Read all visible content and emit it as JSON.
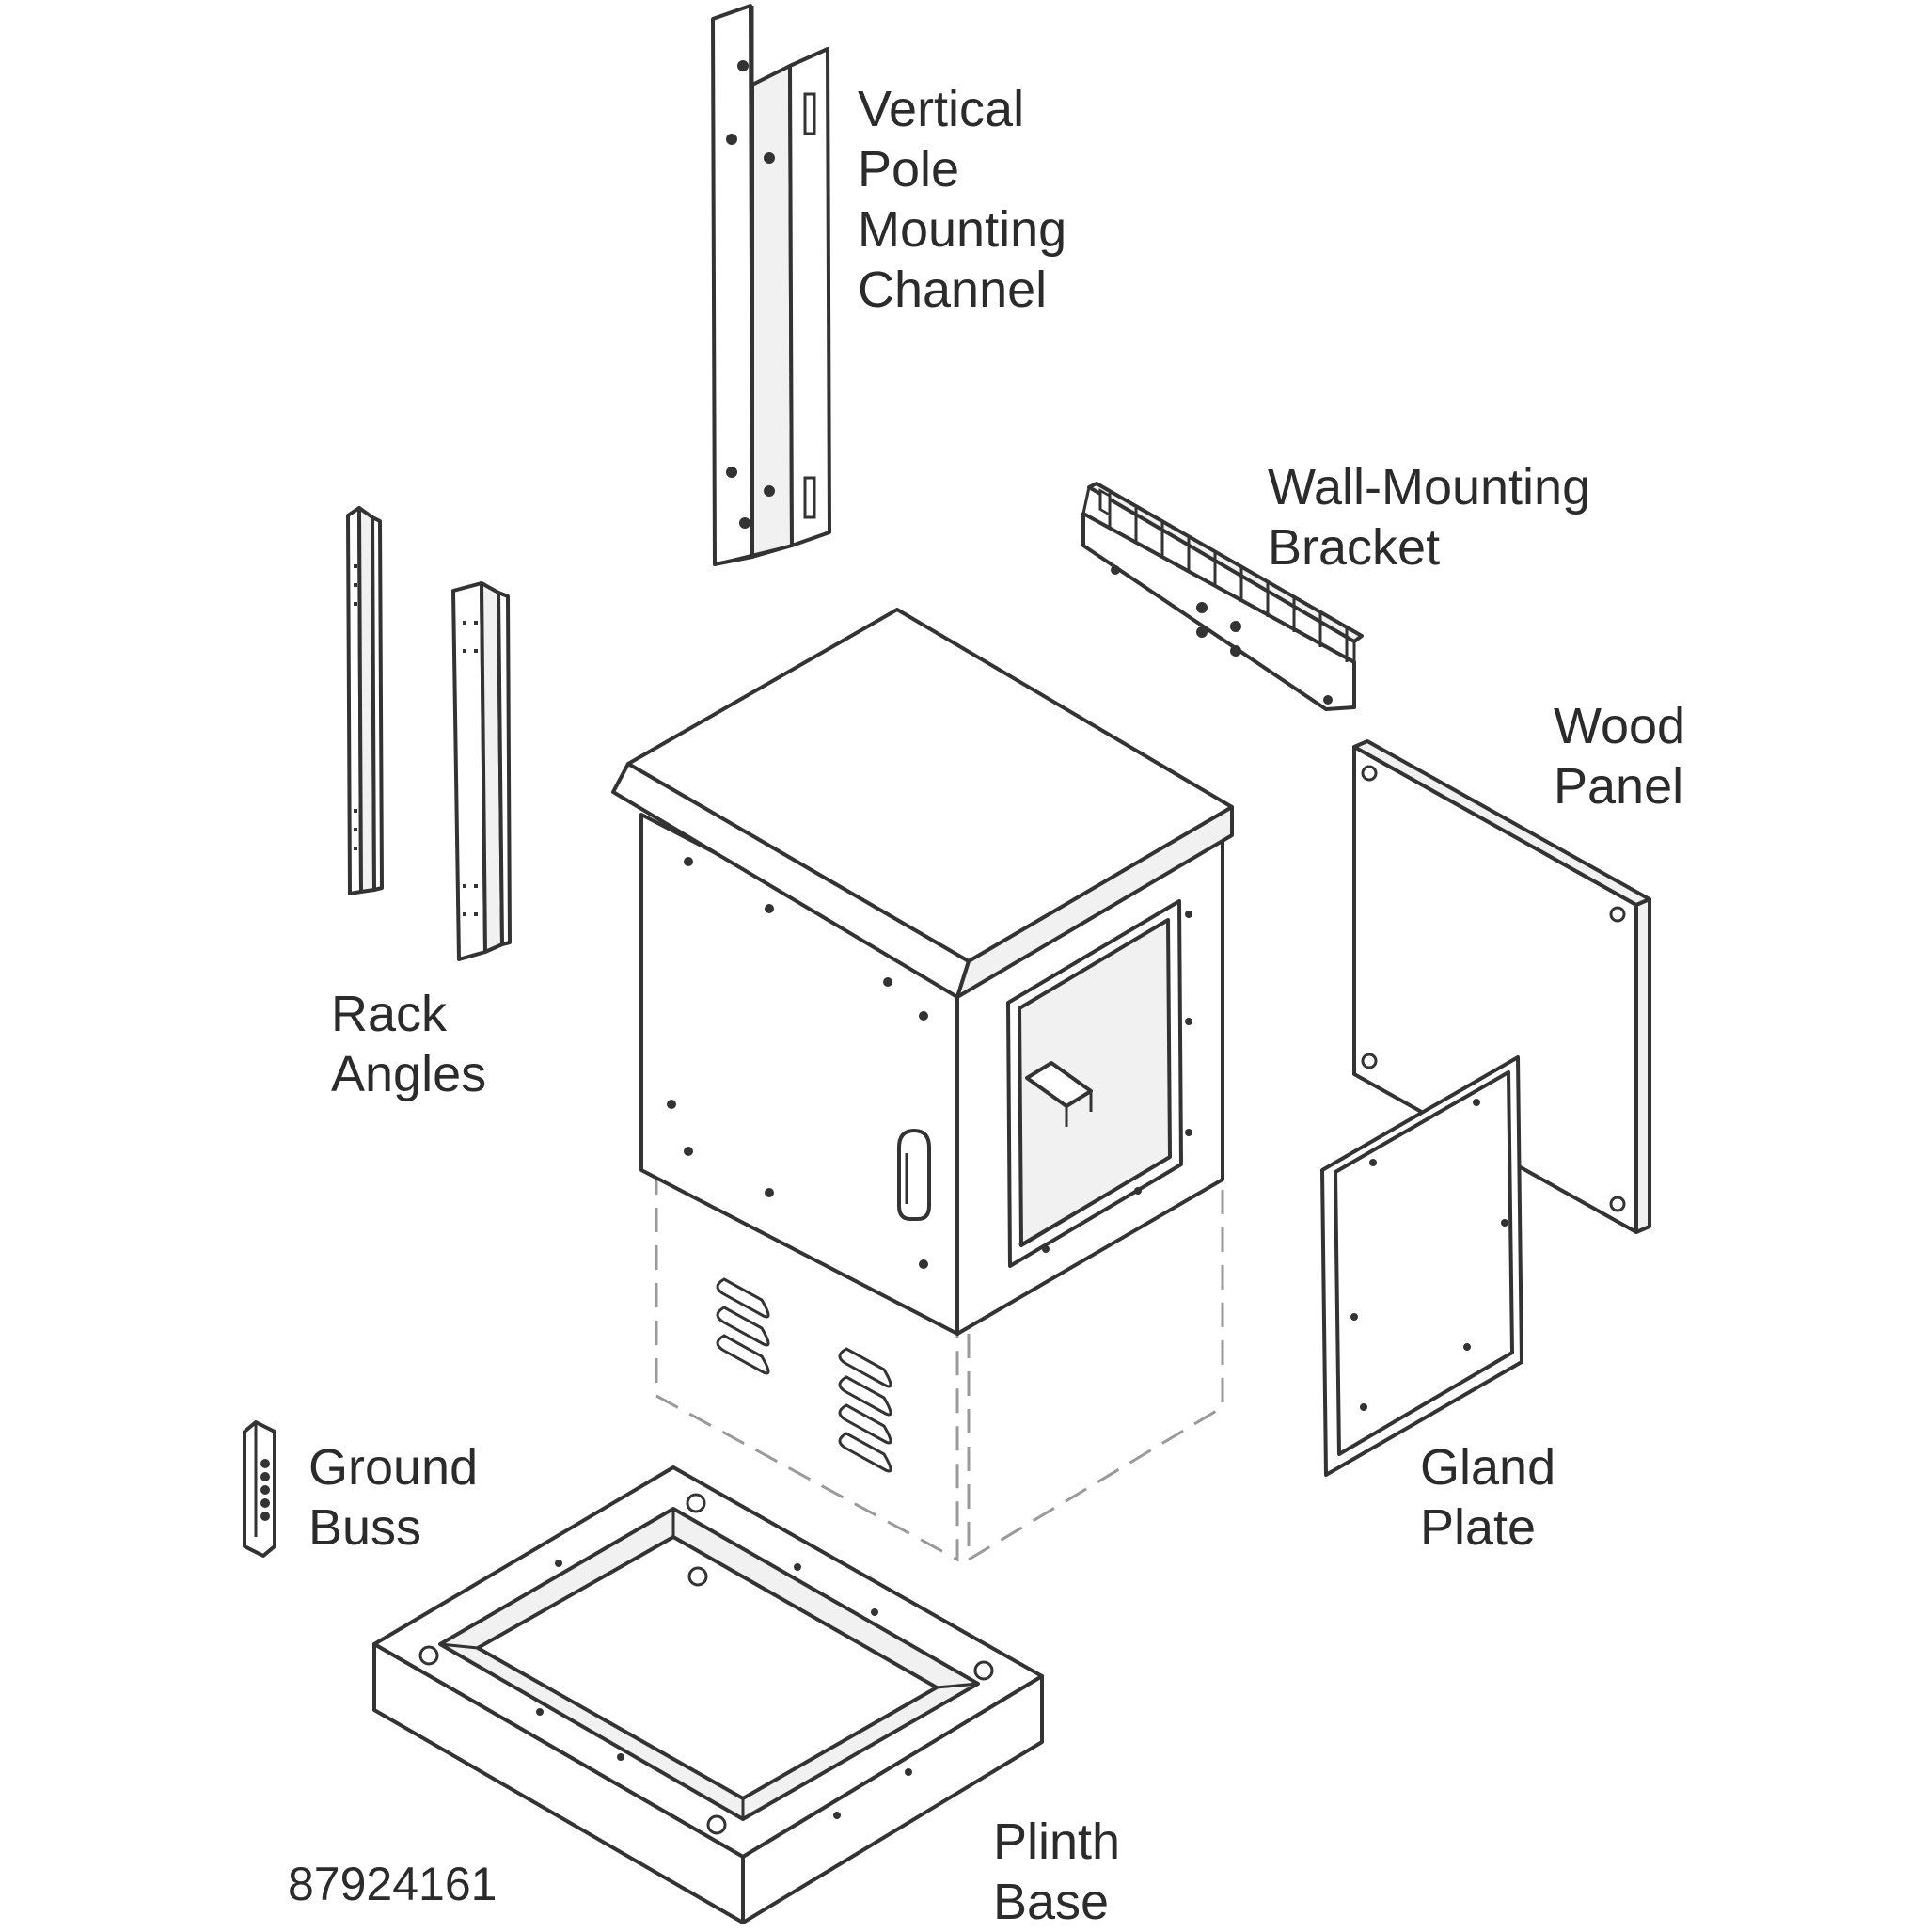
{
  "labels": {
    "vertical_pole": [
      "Vertical",
      "Pole",
      "Mounting",
      "Channel"
    ],
    "wall_bracket": [
      "Wall-Mounting",
      "Bracket"
    ],
    "wood_panel": [
      "Wood",
      "Panel"
    ],
    "rack_angles": [
      "Rack",
      "Angles"
    ],
    "ground_buss": [
      "Ground",
      "Buss"
    ],
    "gland_plate": [
      "Gland",
      "Plate"
    ],
    "plinth_base": [
      "Plinth",
      "Base"
    ]
  },
  "figure_id": "87924161"
}
